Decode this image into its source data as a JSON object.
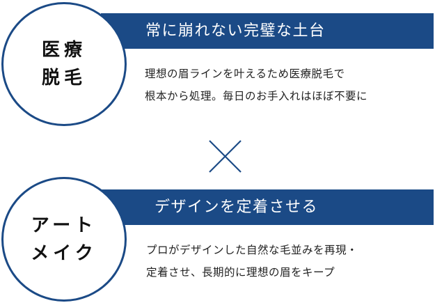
{
  "colors": {
    "accent": "#1b4a86",
    "text": "#222222",
    "background": "#ffffff"
  },
  "sections": [
    {
      "circle_label_line1": "医療",
      "circle_label_line2": "脱毛",
      "banner_title": "常に崩れない完璧な土台",
      "description_line1": "理想の眉ラインを叶えるため医療脱毛で",
      "description_line2": "根本から処理。毎日のお手入れはほぼ不要に"
    },
    {
      "circle_label_line1": "アート",
      "circle_label_line2": "メイク",
      "banner_title": "デザインを定着させる",
      "description_line1": "プロがデザインした自然な毛並みを再現・",
      "description_line2": "定着させ、長期的に理想の眉をキープ"
    }
  ],
  "connector_icon": "multiply-icon"
}
